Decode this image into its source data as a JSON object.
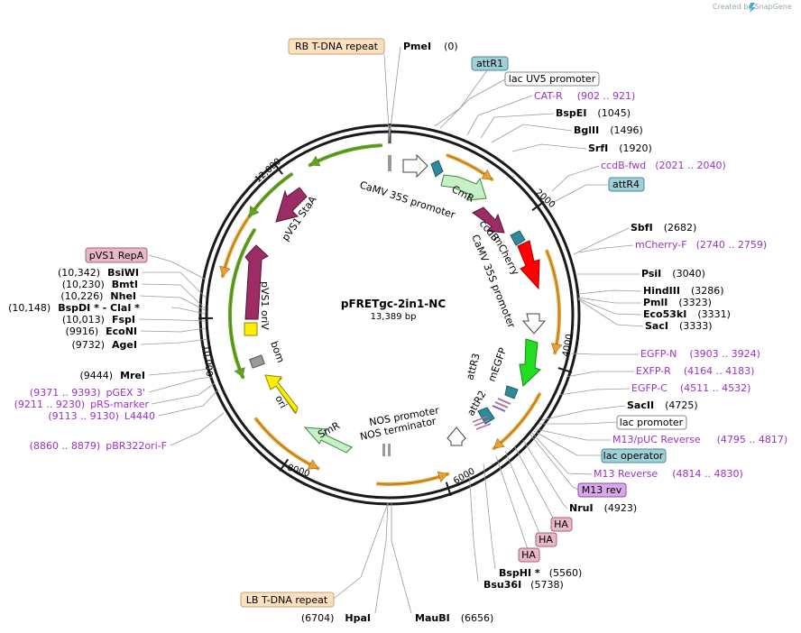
{
  "credit": "Created by SnapGene",
  "plasmid": {
    "name": "pFRETgc-2in1-NC",
    "length": "13,389 bp"
  },
  "ticks": [
    "2000",
    "4000",
    "6000",
    "8000",
    "10,000",
    "12,000"
  ],
  "enzymes": [
    {
      "name": "PmeI",
      "pos": "(0)"
    },
    {
      "name": "BspEI",
      "pos": "(1045)"
    },
    {
      "name": "BglII",
      "pos": "(1496)"
    },
    {
      "name": "SrfI",
      "pos": "(1920)"
    },
    {
      "name": "SbfI",
      "pos": "(2682)"
    },
    {
      "name": "PsiI",
      "pos": "(3040)"
    },
    {
      "name": "HindIII",
      "pos": "(3286)"
    },
    {
      "name": "PmlI",
      "pos": "(3323)"
    },
    {
      "name": "Eco53kI",
      "pos": "(3331)"
    },
    {
      "name": "SacI",
      "pos": "(3333)"
    },
    {
      "name": "SacII",
      "pos": "(4725)"
    },
    {
      "name": "NruI",
      "pos": "(4923)"
    },
    {
      "name": "BspHI *",
      "pos": "(5560)"
    },
    {
      "name": "Bsu36I",
      "pos": "(5738)"
    },
    {
      "name": "MauBI",
      "pos": "(6656)"
    },
    {
      "name": "HpaI",
      "pos": "(6704)"
    },
    {
      "name": "MreI",
      "pos": "(9444)"
    },
    {
      "name": "AgeI",
      "pos": "(9732)"
    },
    {
      "name": "EcoNI",
      "pos": "(9916)"
    },
    {
      "name": "FspI",
      "pos": "(10,013)"
    },
    {
      "name": "BspDI * - ClaI *",
      "pos": "(10,148)"
    },
    {
      "name": "NheI",
      "pos": "(10,226)"
    },
    {
      "name": "BmtI",
      "pos": "(10,230)"
    },
    {
      "name": "BsiWI",
      "pos": "(10,342)"
    }
  ],
  "primers": [
    {
      "name": "CAT-R",
      "range": "(902 .. 921)"
    },
    {
      "name": "ccdB-fwd",
      "range": "(2021 .. 2040)"
    },
    {
      "name": "mCherry-F",
      "range": "(2740 .. 2759)"
    },
    {
      "name": "EGFP-N",
      "range": "(3903 .. 3924)"
    },
    {
      "name": "EXFP-R",
      "range": "(4164 .. 4183)"
    },
    {
      "name": "EGFP-C",
      "range": "(4511 .. 4532)"
    },
    {
      "name": "M13/pUC Reverse",
      "range": "(4795 .. 4817)"
    },
    {
      "name": "M13 Reverse",
      "range": "(4814 .. 4830)"
    },
    {
      "name": "pGEX 3'",
      "range": "(9371 .. 9393)"
    },
    {
      "name": "pRS-marker",
      "range": "(9211 .. 9230)"
    },
    {
      "name": "L4440",
      "range": "(9113 .. 9130)"
    },
    {
      "name": "pBR322ori-F",
      "range": "(8860 .. 8879)"
    }
  ],
  "boxed": {
    "rb_tdna": "RB T-DNA repeat",
    "attr1": "attR1",
    "lac_uv5": "lac UV5 promoter",
    "attr4": "attR4",
    "lac_promoter": "lac promoter",
    "lac_operator": "lac operator",
    "m13_rev": "M13 rev",
    "ha1": "HA",
    "ha2": "HA",
    "ha3": "HA",
    "lb_tdna": "LB T-DNA repeat",
    "pvs1_repa": "pVS1 RepA"
  },
  "features": {
    "camv_35s_1": "CaMV 35S promoter",
    "cmr": "CmR",
    "ccdb": "ccdB",
    "mcherry": "mCherry",
    "camv_35s_2": "CaMV 35S promoter",
    "megfp": "mEGFP",
    "attr3": "attR3",
    "attr2": "attR2",
    "nos_promoter": "NOS promoter",
    "nos_terminator": "NOS terminator",
    "smr": "SmR",
    "ori": "ori",
    "bom": "bom",
    "pvs1_oriv": "pVS1 oriV",
    "pvs1_staa": "pVS1 StaA"
  },
  "colors": {
    "backbone": "#1a1a1a",
    "primer": "#9b30c8",
    "feature_magenta": "#9b2d64",
    "feature_red": "#ff0000",
    "feature_green": "#22dd22",
    "feature_yellow": "#ffee00",
    "feature_teal": "#2e8a9a",
    "orf_orange": "#e8a030",
    "orf_green": "#5aa822",
    "tdna_box": "#fde0c0",
    "att_box": "#9fd0d8",
    "repa_box": "#e8b8c8",
    "m13_box": "#d8a8e8"
  }
}
